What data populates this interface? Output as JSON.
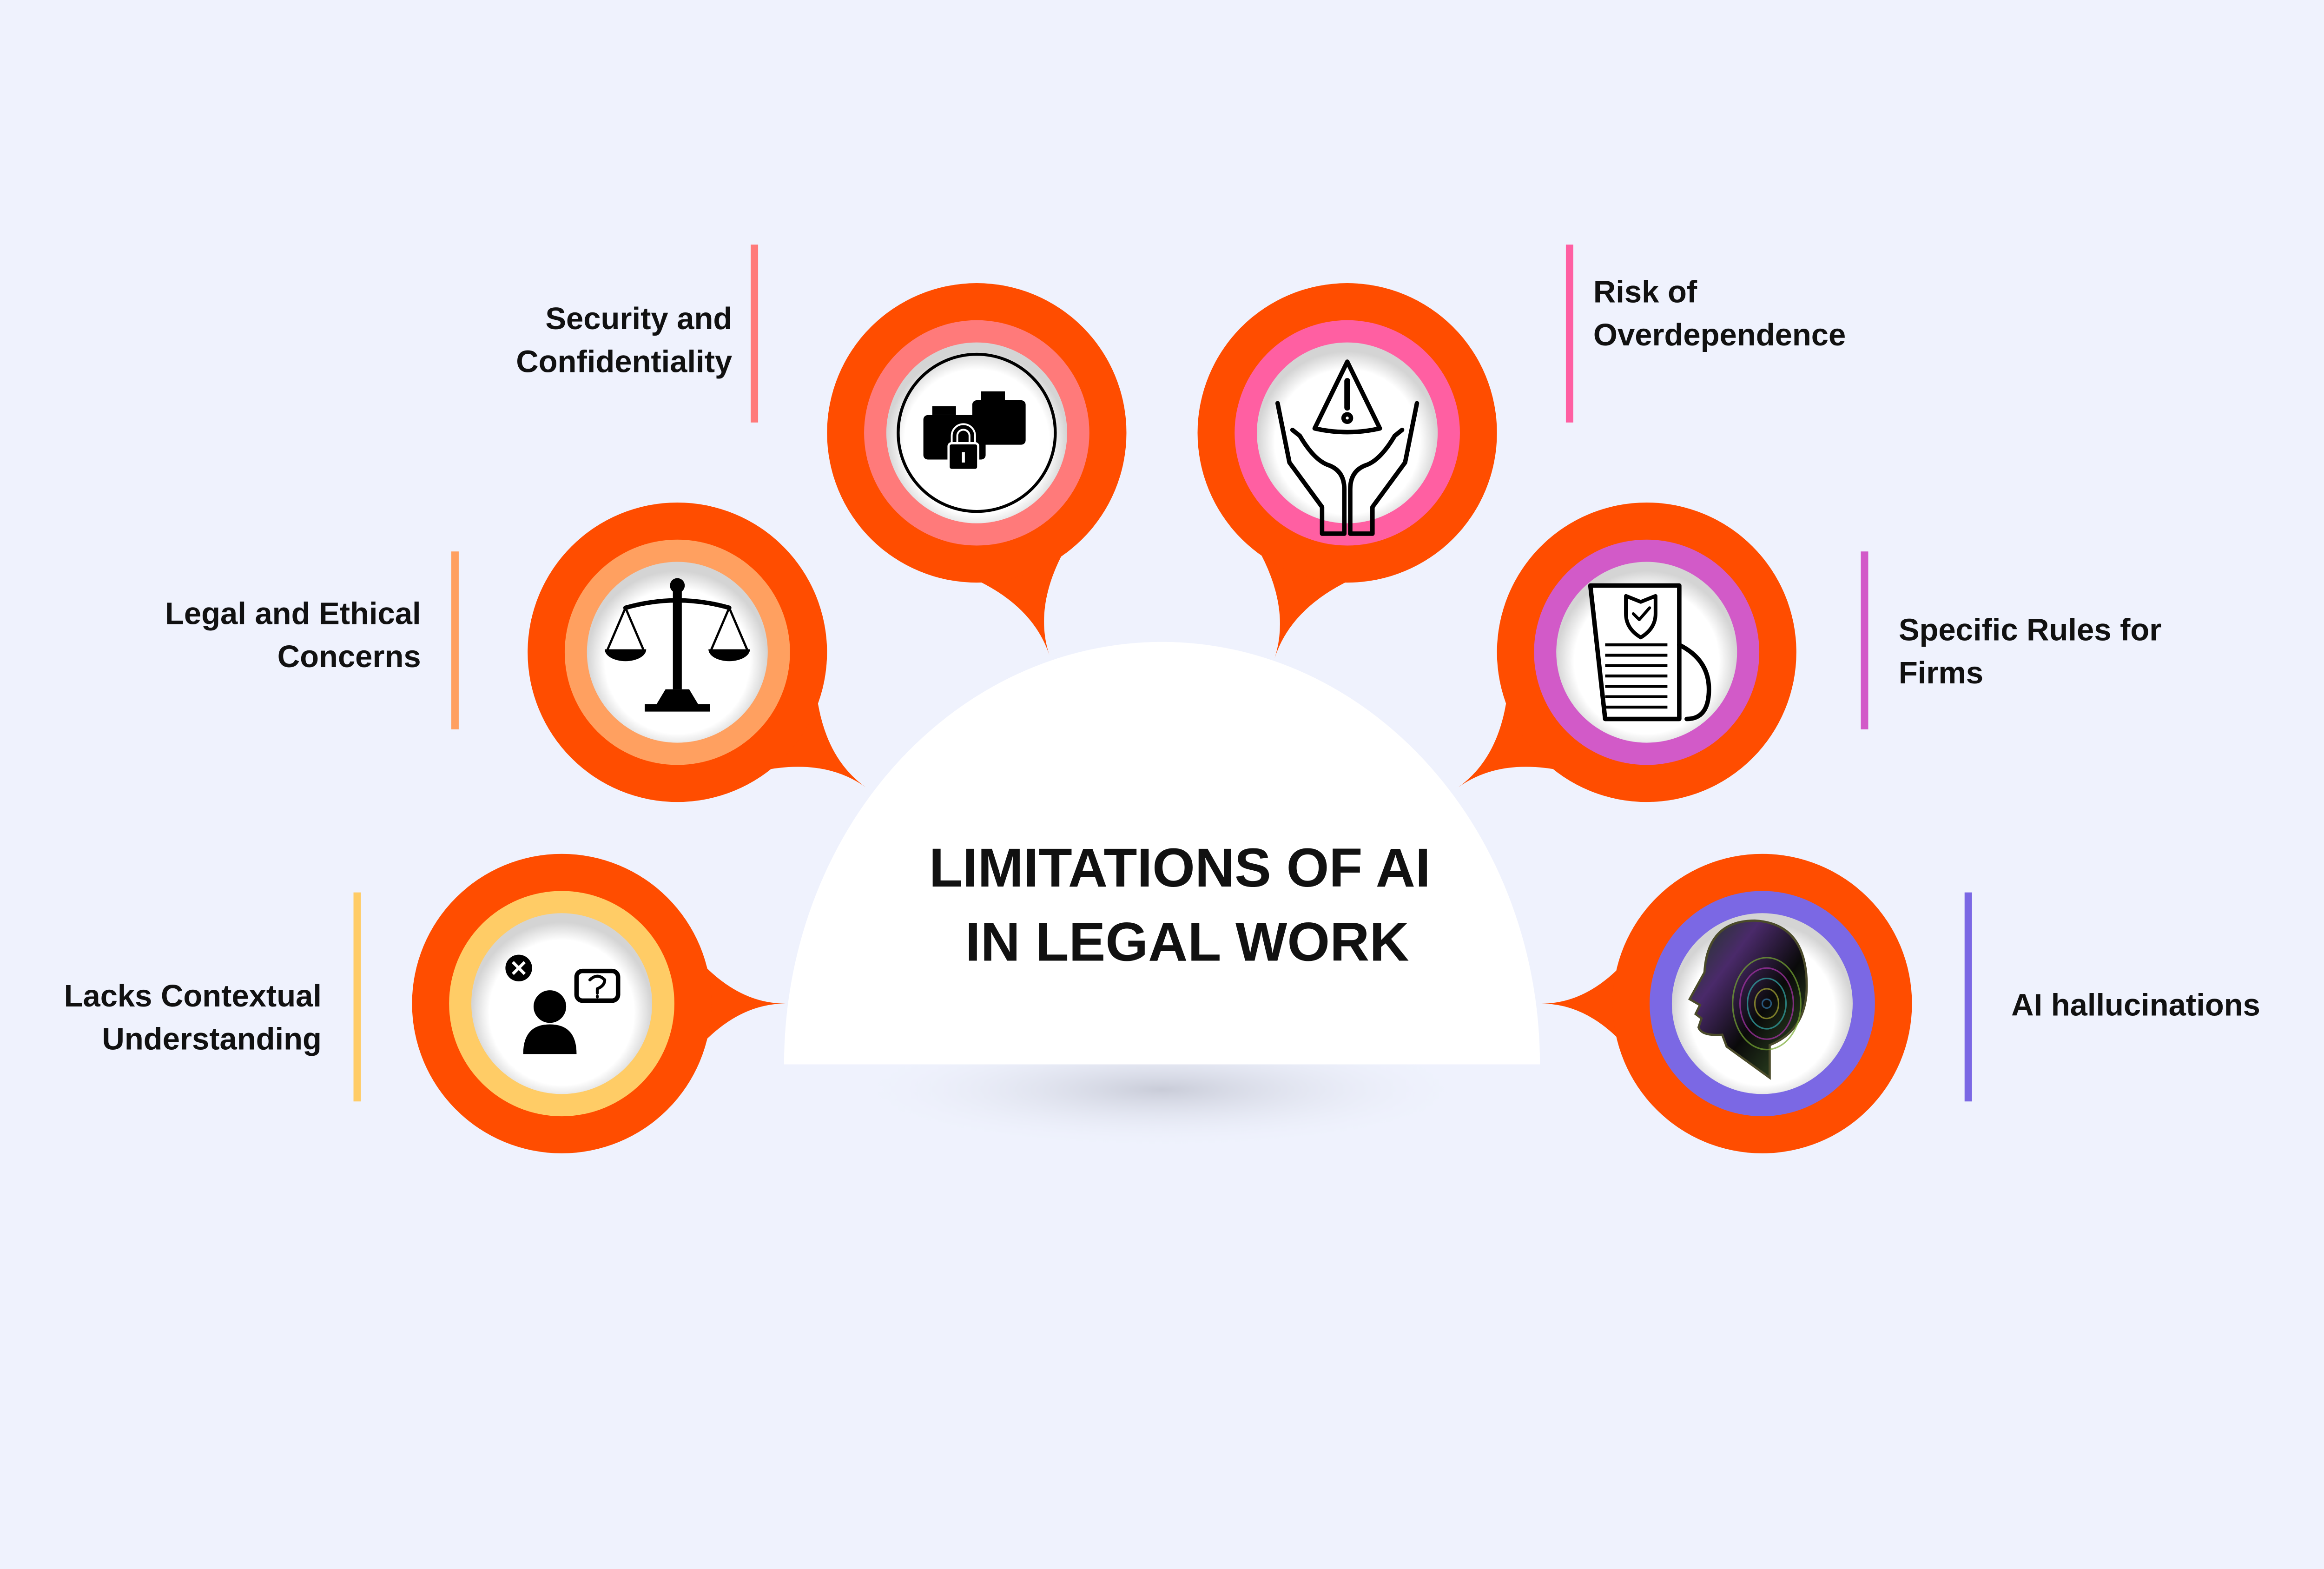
{
  "title": {
    "line1": "LIMITATIONS OF AI",
    "line2": "IN LEGAL WORK"
  },
  "colors": {
    "background": "#eff2fd",
    "pin": "#ff4d00",
    "center": "#ffffff"
  },
  "items": [
    {
      "lines": [
        "Security and",
        "Confidentiality"
      ],
      "ring_color": "#ff7a7a",
      "icon": "locked-folders-icon"
    },
    {
      "lines": [
        "Risk of",
        "Overdependence"
      ],
      "ring_color": "#ff5fa2",
      "icon": "hands-warning-icon"
    },
    {
      "lines": [
        "Legal and Ethical",
        "Concerns"
      ],
      "ring_color": "#ffa060",
      "icon": "scales-of-justice-icon"
    },
    {
      "lines": [
        "Specific Rules for",
        "Firms"
      ],
      "ring_color": "#d25ac8",
      "icon": "policy-document-icon"
    },
    {
      "lines": [
        "Lacks Contextual",
        "Understanding"
      ],
      "ring_color": "#ffcc66",
      "icon": "confused-person-icon"
    },
    {
      "lines": [
        "AI hallucinations"
      ],
      "ring_color": "#7b68e4",
      "icon": "ai-head-icon"
    }
  ]
}
